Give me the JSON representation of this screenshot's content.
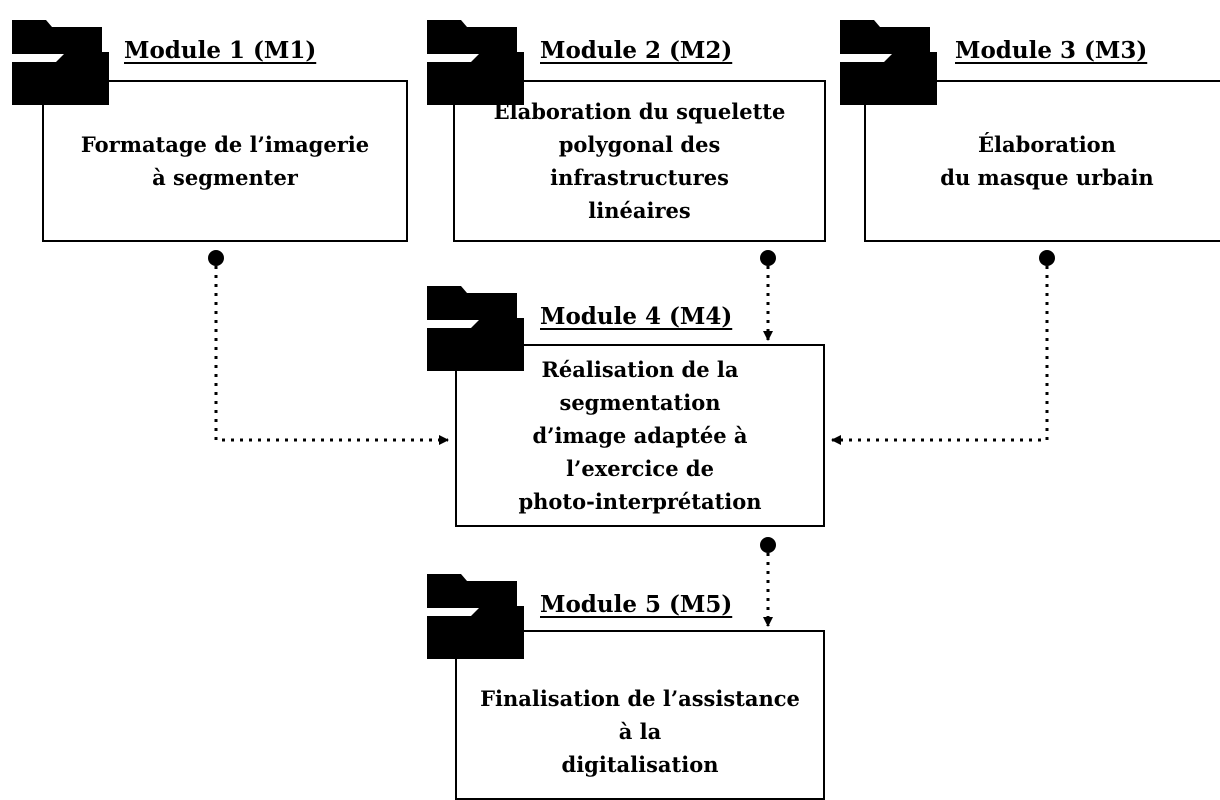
{
  "modules": [
    {
      "id": "m1",
      "title": "Module 1 (M1)",
      "description": "Formatage de l’imagerie\nà segmenter"
    },
    {
      "id": "m2",
      "title": "Module 2 (M2)",
      "description": "Élaboration du squelette\npolygonal des infrastructures\nlinéaires"
    },
    {
      "id": "m3",
      "title": "Module 3 (M3)",
      "description": "Élaboration\ndu masque urbain"
    },
    {
      "id": "m4",
      "title": "Module 4 (M4)",
      "description": "Réalisation de la segmentation\nd’image adaptée à l’exercice de\nphoto-interprétation"
    },
    {
      "id": "m5",
      "title": "Module 5 (M5)",
      "description": "Finalisation de l’assistance à la\ndigitalisation"
    }
  ],
  "connections": [
    {
      "from": "m1",
      "to": "m4",
      "style": "dotted"
    },
    {
      "from": "m2",
      "to": "m4",
      "style": "dotted"
    },
    {
      "from": "m3",
      "to": "m4",
      "style": "dotted"
    },
    {
      "from": "m4",
      "to": "m5",
      "style": "dotted"
    }
  ],
  "colors": {
    "stroke": "#000000",
    "background": "#ffffff"
  },
  "icons": {
    "module": "folder-icon"
  }
}
